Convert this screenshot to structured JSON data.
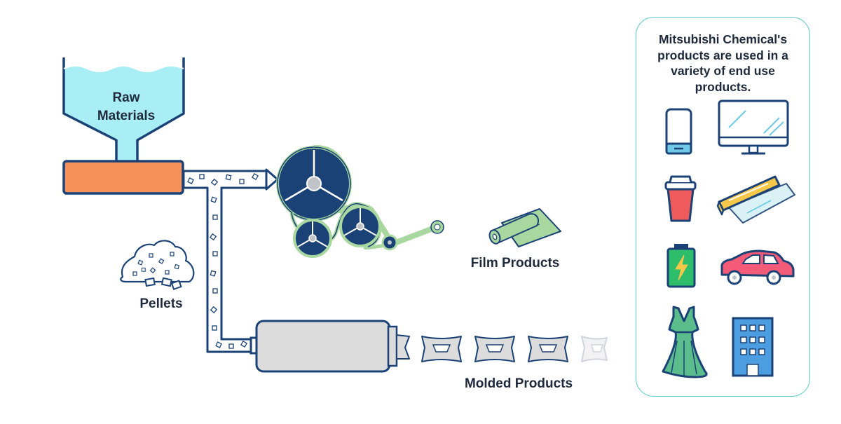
{
  "labels": {
    "raw_line1": "Raw",
    "raw_line2": "Materials",
    "pellets": "Pellets",
    "film_products": "Film Products",
    "molded_products": "Molded Products"
  },
  "panel": {
    "title_line1": "Mitsubishi Chemical's",
    "title_line2": "products are used in a",
    "title_line3": "variety of end use",
    "title_line4": "products.",
    "icons": [
      "smartphone-icon",
      "monitor-icon",
      "cup-icon",
      "wrap-film-icon",
      "battery-icon",
      "car-icon",
      "dress-icon",
      "building-icon"
    ]
  },
  "colors": {
    "navy": "#1b4276",
    "liquid": "#a9eef4",
    "extruder": "#f6915a",
    "film_green": "#a8d8a0",
    "panel_border": "#5ccbc7",
    "text": "#1e2a3c"
  }
}
